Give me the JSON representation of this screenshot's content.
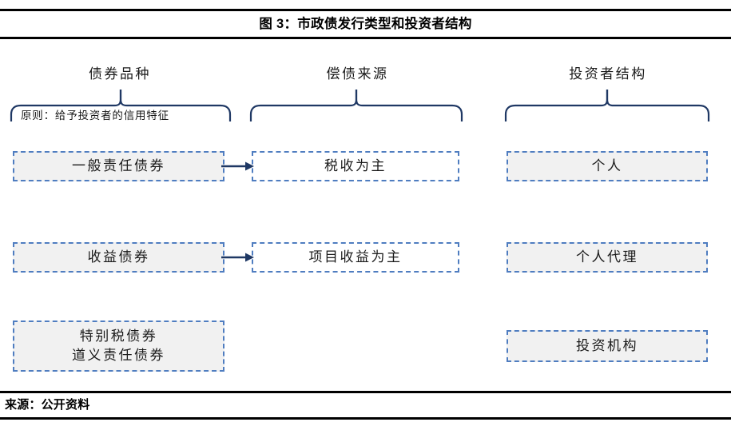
{
  "figure": {
    "title": "图 3：市政债发行类型和投资者结构",
    "source": "来源：公开资料"
  },
  "columns": [
    {
      "id": "bond-type",
      "header": "债券品种",
      "note": "原则：给予投资者的信用特征"
    },
    {
      "id": "repayment-source",
      "header": "偿债来源",
      "note": ""
    },
    {
      "id": "investor-structure",
      "header": "投资者结构",
      "note": ""
    }
  ],
  "nodes": {
    "bond_type": {
      "row1": "一般责任债券",
      "row2": "收益债券",
      "row3_line1": "特别税债券",
      "row3_line2": "道义责任债券"
    },
    "repayment_source": {
      "row1": "税收为主",
      "row2": "项目收益为主"
    },
    "investor_structure": {
      "row1": "个人",
      "row2": "个人代理",
      "row3": "投资机构"
    }
  },
  "colors": {
    "box_border": "#4f7dc0",
    "box_fill_gray": "#f1f1f1",
    "box_fill_white": "#ffffff",
    "brace": "#1f3864",
    "arrow": "#1f3864",
    "rule": "#000000",
    "text": "#1a1a1a"
  }
}
